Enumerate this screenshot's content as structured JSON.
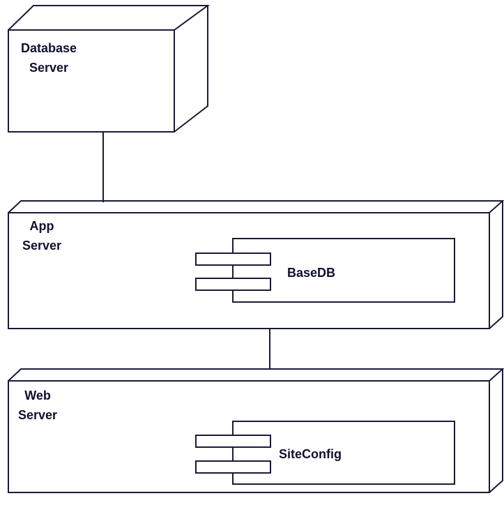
{
  "nodes": {
    "database_server": {
      "line1": "Database",
      "line2": "Server"
    },
    "app_server": {
      "line1": "App",
      "line2": "Server",
      "component": {
        "label": "BaseDB"
      }
    },
    "web_server": {
      "line1": "Web",
      "line2": "Server",
      "component": {
        "label": "SiteConfig"
      }
    }
  },
  "colors": {
    "stroke": "#1a1a3a",
    "background": "#ffffff"
  }
}
